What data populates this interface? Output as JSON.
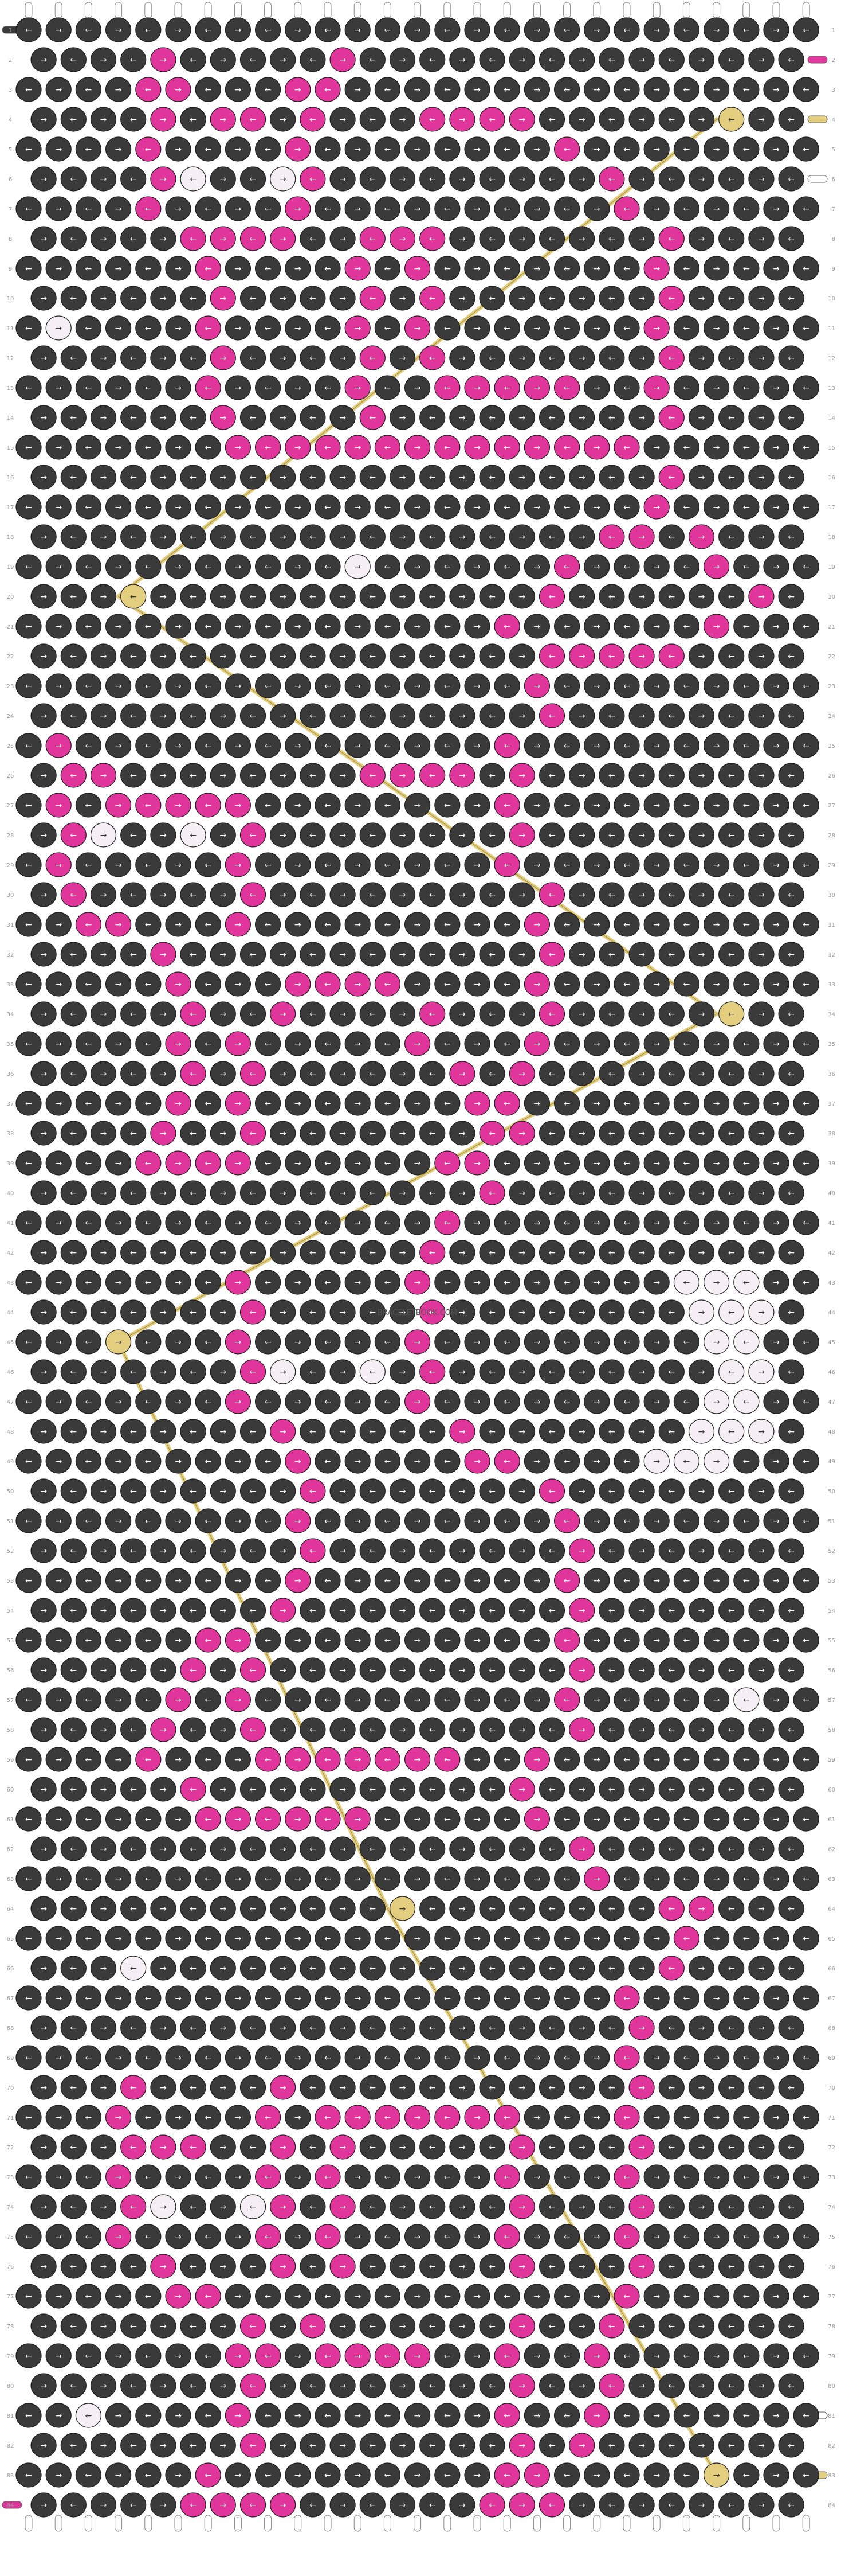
{
  "pattern": {
    "type": "alpha-friendship-bracelet",
    "strings": 27,
    "rows": 84,
    "watermark": "BRACELETBOOK.COM",
    "row_numbers": [
      "1",
      "2",
      "3",
      "4",
      "5",
      "6",
      "7",
      "8",
      "9",
      "10",
      "11",
      "12",
      "13",
      "14",
      "15",
      "16",
      "17",
      "18",
      "19",
      "20",
      "21",
      "22",
      "23",
      "24",
      "25",
      "26",
      "27",
      "28",
      "29",
      "30",
      "31",
      "32",
      "33",
      "34",
      "35",
      "36",
      "37",
      "38",
      "39",
      "40",
      "41",
      "42",
      "43",
      "44",
      "45",
      "46",
      "47",
      "48",
      "49",
      "50",
      "51",
      "52",
      "53",
      "54",
      "55",
      "56",
      "57",
      "58",
      "59",
      "60",
      "61",
      "62",
      "63",
      "64",
      "65",
      "66",
      "67",
      "68",
      "69",
      "70",
      "71",
      "72",
      "73",
      "74",
      "75",
      "76",
      "77",
      "78",
      "79",
      "80",
      "81",
      "82",
      "83",
      "84"
    ],
    "colors": {
      "background_knot": "#3a3a3a",
      "pink": "#e0369c",
      "light": "#f5eef5",
      "gold": "#e3cd7e",
      "string_white": "#ffffff",
      "paper": "#ffffff"
    },
    "arrow_glyphs": {
      "left": "←",
      "right": "→"
    },
    "side_tails": {
      "right": [
        {
          "row": 2,
          "color": "pink"
        },
        {
          "row": 4,
          "color": "gold"
        },
        {
          "row": 6,
          "color": "string_white"
        },
        {
          "row": 81,
          "color": "string_white"
        },
        {
          "row": 83,
          "color": "gold"
        }
      ],
      "left": [
        {
          "row": 1,
          "color": "background_knot"
        },
        {
          "row": 84,
          "color": "pink"
        }
      ]
    },
    "pink_cells": [
      [
        2,
        5
      ],
      [
        2,
        11
      ],
      [
        3,
        5
      ],
      [
        3,
        6
      ],
      [
        3,
        10
      ],
      [
        3,
        11
      ],
      [
        4,
        5
      ],
      [
        4,
        7
      ],
      [
        4,
        8
      ],
      [
        4,
        10
      ],
      [
        4,
        14
      ],
      [
        4,
        15
      ],
      [
        4,
        16
      ],
      [
        4,
        17
      ],
      [
        5,
        5
      ],
      [
        5,
        10
      ],
      [
        5,
        19
      ],
      [
        6,
        5
      ],
      [
        6,
        10
      ],
      [
        6,
        20
      ],
      [
        7,
        5
      ],
      [
        7,
        10
      ],
      [
        7,
        21
      ],
      [
        8,
        6
      ],
      [
        8,
        7
      ],
      [
        8,
        8
      ],
      [
        8,
        9
      ],
      [
        8,
        12
      ],
      [
        8,
        13
      ],
      [
        8,
        14
      ],
      [
        8,
        22
      ],
      [
        9,
        7
      ],
      [
        9,
        12
      ],
      [
        9,
        14
      ],
      [
        9,
        22
      ],
      [
        10,
        7
      ],
      [
        10,
        12
      ],
      [
        10,
        14
      ],
      [
        10,
        22
      ],
      [
        11,
        7
      ],
      [
        11,
        12
      ],
      [
        11,
        14
      ],
      [
        11,
        22
      ],
      [
        12,
        7
      ],
      [
        12,
        12
      ],
      [
        12,
        14
      ],
      [
        12,
        22
      ],
      [
        13,
        7
      ],
      [
        13,
        12
      ],
      [
        13,
        15
      ],
      [
        13,
        16
      ],
      [
        13,
        17
      ],
      [
        13,
        18
      ],
      [
        13,
        19
      ],
      [
        13,
        22
      ],
      [
        14,
        7
      ],
      [
        14,
        12
      ],
      [
        14,
        22
      ],
      [
        15,
        8
      ],
      [
        15,
        9
      ],
      [
        15,
        10
      ],
      [
        15,
        11
      ],
      [
        15,
        12
      ],
      [
        15,
        13
      ],
      [
        15,
        14
      ],
      [
        15,
        15
      ],
      [
        15,
        16
      ],
      [
        15,
        17
      ],
      [
        15,
        18
      ],
      [
        15,
        19
      ],
      [
        15,
        20
      ],
      [
        15,
        21
      ],
      [
        16,
        22
      ],
      [
        17,
        22
      ],
      [
        18,
        20
      ],
      [
        18,
        21
      ],
      [
        18,
        23
      ],
      [
        19,
        19
      ],
      [
        19,
        24
      ],
      [
        20,
        18
      ],
      [
        20,
        25
      ],
      [
        21,
        17
      ],
      [
        21,
        24
      ],
      [
        22,
        18
      ],
      [
        22,
        19
      ],
      [
        22,
        20
      ],
      [
        22,
        21
      ],
      [
        22,
        22
      ],
      [
        23,
        18
      ],
      [
        24,
        18
      ],
      [
        25,
        2
      ],
      [
        25,
        17
      ],
      [
        26,
        2
      ],
      [
        26,
        3
      ],
      [
        26,
        12
      ],
      [
        26,
        13
      ],
      [
        26,
        14
      ],
      [
        26,
        15
      ],
      [
        26,
        17
      ],
      [
        27,
        2
      ],
      [
        27,
        4
      ],
      [
        27,
        5
      ],
      [
        27,
        6
      ],
      [
        27,
        7
      ],
      [
        27,
        8
      ],
      [
        27,
        17
      ],
      [
        28,
        2
      ],
      [
        28,
        8
      ],
      [
        28,
        17
      ],
      [
        29,
        2
      ],
      [
        29,
        8
      ],
      [
        29,
        17
      ],
      [
        30,
        2
      ],
      [
        30,
        8
      ],
      [
        30,
        18
      ],
      [
        31,
        3
      ],
      [
        31,
        4
      ],
      [
        31,
        8
      ],
      [
        31,
        18
      ],
      [
        32,
        5
      ],
      [
        32,
        18
      ],
      [
        33,
        6
      ],
      [
        33,
        10
      ],
      [
        33,
        11
      ],
      [
        33,
        12
      ],
      [
        33,
        13
      ],
      [
        33,
        18
      ],
      [
        34,
        6
      ],
      [
        34,
        9
      ],
      [
        34,
        14
      ],
      [
        34,
        18
      ],
      [
        35,
        6
      ],
      [
        35,
        8
      ],
      [
        35,
        14
      ],
      [
        35,
        18
      ],
      [
        36,
        6
      ],
      [
        36,
        8
      ],
      [
        36,
        15
      ],
      [
        36,
        17
      ],
      [
        37,
        6
      ],
      [
        37,
        8
      ],
      [
        37,
        16
      ],
      [
        37,
        17
      ],
      [
        38,
        5
      ],
      [
        38,
        8
      ],
      [
        38,
        16
      ],
      [
        38,
        17
      ],
      [
        39,
        5
      ],
      [
        39,
        6
      ],
      [
        39,
        7
      ],
      [
        39,
        8
      ],
      [
        39,
        15
      ],
      [
        39,
        16
      ],
      [
        40,
        16
      ],
      [
        41,
        15
      ],
      [
        42,
        14
      ],
      [
        43,
        8
      ],
      [
        43,
        14
      ],
      [
        44,
        8
      ],
      [
        44,
        14
      ],
      [
        45,
        8
      ],
      [
        45,
        14
      ],
      [
        46,
        8
      ],
      [
        46,
        14
      ],
      [
        47,
        8
      ],
      [
        47,
        14
      ],
      [
        48,
        9
      ],
      [
        48,
        15
      ],
      [
        49,
        10
      ],
      [
        49,
        16
      ],
      [
        49,
        17
      ],
      [
        50,
        10
      ],
      [
        50,
        18
      ],
      [
        51,
        10
      ],
      [
        51,
        19
      ],
      [
        52,
        10
      ],
      [
        52,
        19
      ],
      [
        53,
        10
      ],
      [
        53,
        19
      ],
      [
        54,
        9
      ],
      [
        54,
        19
      ],
      [
        55,
        7
      ],
      [
        55,
        8
      ],
      [
        55,
        19
      ],
      [
        56,
        6
      ],
      [
        56,
        8
      ],
      [
        56,
        19
      ],
      [
        57,
        6
      ],
      [
        57,
        8
      ],
      [
        57,
        19
      ],
      [
        58,
        5
      ],
      [
        58,
        8
      ],
      [
        58,
        19
      ],
      [
        59,
        5
      ],
      [
        59,
        9
      ],
      [
        59,
        10
      ],
      [
        59,
        11
      ],
      [
        59,
        12
      ],
      [
        59,
        13
      ],
      [
        59,
        14
      ],
      [
        59,
        15
      ],
      [
        59,
        18
      ],
      [
        60,
        6
      ],
      [
        60,
        17
      ],
      [
        61,
        7
      ],
      [
        61,
        8
      ],
      [
        61,
        9
      ],
      [
        61,
        10
      ],
      [
        61,
        11
      ],
      [
        61,
        12
      ],
      [
        61,
        18
      ],
      [
        62,
        19
      ],
      [
        63,
        20
      ],
      [
        64,
        22
      ],
      [
        64,
        23
      ],
      [
        65,
        23
      ],
      [
        66,
        22
      ],
      [
        67,
        21
      ],
      [
        68,
        21
      ],
      [
        69,
        21
      ],
      [
        70,
        4
      ],
      [
        70,
        9
      ],
      [
        70,
        21
      ],
      [
        71,
        4
      ],
      [
        71,
        9
      ],
      [
        71,
        11
      ],
      [
        71,
        12
      ],
      [
        71,
        13
      ],
      [
        71,
        14
      ],
      [
        71,
        15
      ],
      [
        71,
        16
      ],
      [
        71,
        17
      ],
      [
        71,
        21
      ],
      [
        72,
        4
      ],
      [
        72,
        5
      ],
      [
        72,
        6
      ],
      [
        72,
        9
      ],
      [
        72,
        11
      ],
      [
        72,
        17
      ],
      [
        72,
        21
      ],
      [
        73,
        4
      ],
      [
        73,
        9
      ],
      [
        73,
        11
      ],
      [
        73,
        17
      ],
      [
        73,
        21
      ],
      [
        74,
        4
      ],
      [
        74,
        9
      ],
      [
        74,
        11
      ],
      [
        74,
        17
      ],
      [
        74,
        21
      ],
      [
        75,
        4
      ],
      [
        75,
        9
      ],
      [
        75,
        11
      ],
      [
        75,
        17
      ],
      [
        75,
        21
      ],
      [
        76,
        5
      ],
      [
        76,
        9
      ],
      [
        76,
        11
      ],
      [
        76,
        17
      ],
      [
        76,
        21
      ],
      [
        77,
        6
      ],
      [
        77,
        7
      ],
      [
        77,
        21
      ],
      [
        78,
        8
      ],
      [
        78,
        10
      ],
      [
        78,
        17
      ],
      [
        78,
        20
      ],
      [
        79,
        8
      ],
      [
        79,
        9
      ],
      [
        79,
        11
      ],
      [
        79,
        12
      ],
      [
        79,
        13
      ],
      [
        79,
        14
      ],
      [
        79,
        17
      ],
      [
        79,
        20
      ],
      [
        80,
        8
      ],
      [
        80,
        17
      ],
      [
        80,
        20
      ],
      [
        81,
        8
      ],
      [
        81,
        17
      ],
      [
        81,
        20
      ],
      [
        82,
        8
      ],
      [
        82,
        17
      ],
      [
        82,
        19
      ],
      [
        83,
        7
      ],
      [
        83,
        17
      ],
      [
        83,
        18
      ],
      [
        84,
        6
      ],
      [
        84,
        7
      ],
      [
        84,
        8
      ],
      [
        84,
        9
      ],
      [
        84,
        16
      ],
      [
        84,
        17
      ],
      [
        84,
        18
      ]
    ],
    "light_cells": [
      [
        6,
        6
      ],
      [
        6,
        9
      ],
      [
        11,
        2
      ],
      [
        19,
        12
      ],
      [
        28,
        3
      ],
      [
        28,
        6
      ],
      [
        43,
        23
      ],
      [
        43,
        24
      ],
      [
        43,
        25
      ],
      [
        44,
        23
      ],
      [
        44,
        24
      ],
      [
        44,
        25
      ],
      [
        45,
        24
      ],
      [
        45,
        25
      ],
      [
        46,
        9
      ],
      [
        46,
        12
      ],
      [
        46,
        24
      ],
      [
        46,
        25
      ],
      [
        47,
        24
      ],
      [
        47,
        25
      ],
      [
        48,
        23
      ],
      [
        48,
        24
      ],
      [
        48,
        25
      ],
      [
        49,
        22
      ],
      [
        49,
        23
      ],
      [
        49,
        24
      ],
      [
        57,
        25
      ],
      [
        66,
        4
      ],
      [
        74,
        5
      ],
      [
        74,
        8
      ],
      [
        81,
        3
      ]
    ],
    "gold_cells": [
      [
        4,
        24
      ],
      [
        20,
        4
      ],
      [
        34,
        24
      ],
      [
        45,
        4
      ],
      [
        64,
        13
      ],
      [
        83,
        24
      ]
    ],
    "gold_trails": [
      [
        [
          4,
          24
        ],
        [
          20,
          4
        ]
      ],
      [
        [
          20,
          4
        ],
        [
          34,
          24
        ]
      ],
      [
        [
          34,
          24
        ],
        [
          45,
          4
        ]
      ],
      [
        [
          45,
          4
        ],
        [
          64,
          13
        ]
      ],
      [
        [
          64,
          13
        ],
        [
          83,
          24
        ]
      ]
    ]
  }
}
